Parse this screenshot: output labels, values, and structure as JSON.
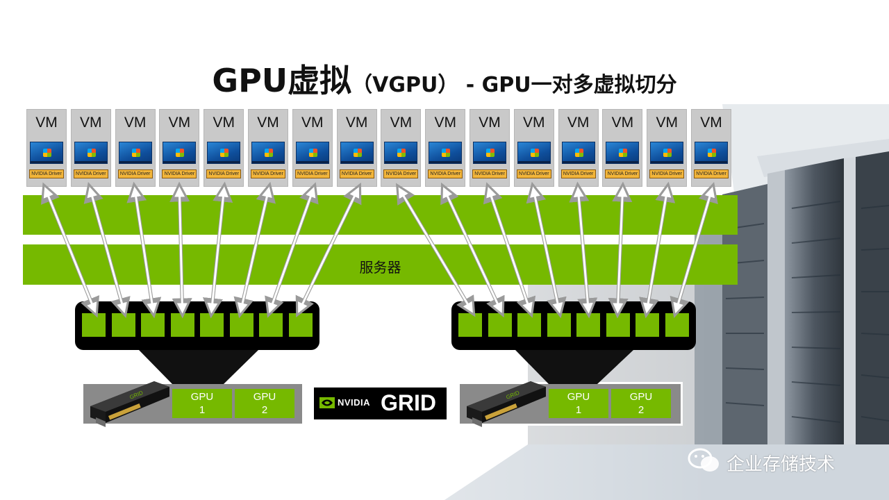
{
  "title": {
    "main": "GPU虚拟",
    "sub": "（VGPU） - GPU一对多虚拟切分"
  },
  "vm_label": "VM",
  "vms": [
    {
      "driver": "NVIDIA Driver"
    },
    {
      "driver": "NVIDIA Driver"
    },
    {
      "driver": "NVIDIA Driver"
    },
    {
      "driver": "NVIDIA Driver"
    },
    {
      "driver": "NVIDIA Driver"
    },
    {
      "driver": "NVIDIA Driver"
    },
    {
      "driver": "NVIDIA Driver"
    },
    {
      "driver": "NVIDIA Driver"
    },
    {
      "driver": "NVIDIA Driver"
    },
    {
      "driver": "NVIDIA Driver"
    },
    {
      "driver": "NVIDIA Driver"
    },
    {
      "driver": "NVIDIA Driver"
    },
    {
      "driver": "NVIDIA Driver"
    },
    {
      "driver": "NVIDIA Driver"
    },
    {
      "driver": "NVIDIA Driver"
    },
    {
      "driver": "NVIDIA Driver"
    }
  ],
  "server_label": "服务器",
  "slot_groups": [
    {
      "count": 8
    },
    {
      "count": 8
    }
  ],
  "cards": [
    {
      "gpus": [
        {
          "name": "GPU",
          "num": "1"
        },
        {
          "name": "GPU",
          "num": "2"
        }
      ]
    },
    {
      "gpus": [
        {
          "name": "GPU",
          "num": "1"
        },
        {
          "name": "GPU",
          "num": "2"
        }
      ]
    }
  ],
  "logo": {
    "brand": "NVIDIA",
    "product": "GRID"
  },
  "watermark": "企业存储技术",
  "colors": {
    "accent": "#76b900",
    "vm_box": "#c9c9c9",
    "driver_label": "#f2b53a",
    "slot_bg": "#000000"
  }
}
